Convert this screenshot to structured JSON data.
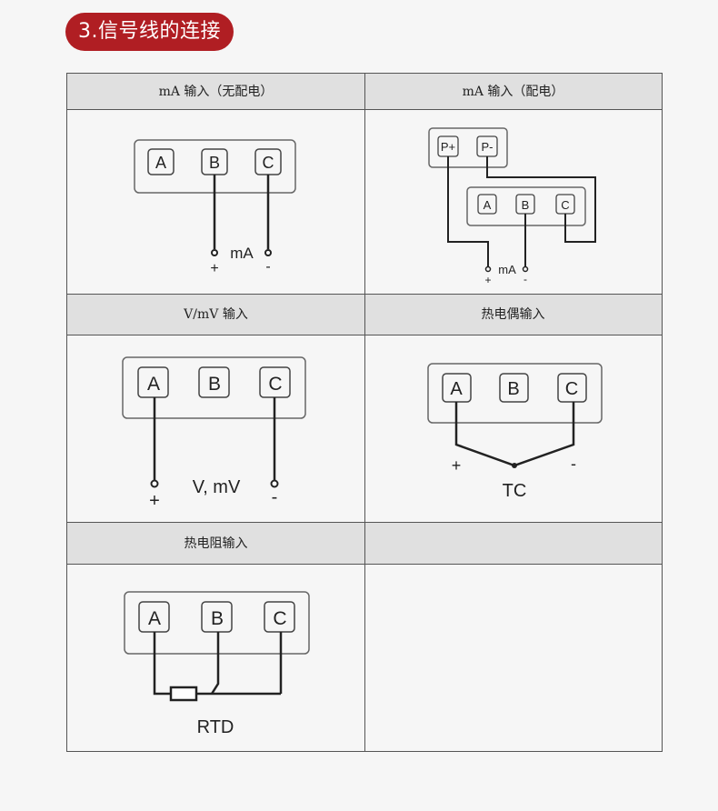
{
  "section_title": "3.信号线的连接",
  "colors": {
    "accent": "#b01e23",
    "header_bg": "#e0e0e0",
    "line": "#222222"
  },
  "table": {
    "headers": [
      "mA 输入（无配电）",
      "mA 输入（配电）",
      "V/mV 输入",
      "热电偶输入",
      "热电阻输入",
      ""
    ]
  },
  "diagrams": {
    "ma_no_power": {
      "terminals": [
        "A",
        "B",
        "C"
      ],
      "label": "mA",
      "plus": "+",
      "minus": "-"
    },
    "ma_power": {
      "power_terminals": [
        "P+",
        "P-"
      ],
      "terminals": [
        "A",
        "B",
        "C"
      ],
      "label": "mA",
      "plus": "+",
      "minus": "-"
    },
    "voltage": {
      "terminals": [
        "A",
        "B",
        "C"
      ],
      "label": "V,  mV",
      "plus": "+",
      "minus": "-"
    },
    "thermocouple": {
      "terminals": [
        "A",
        "B",
        "C"
      ],
      "label": "TC",
      "plus": "+",
      "minus": "-"
    },
    "rtd": {
      "terminals": [
        "A",
        "B",
        "C"
      ],
      "label": "RTD"
    }
  }
}
